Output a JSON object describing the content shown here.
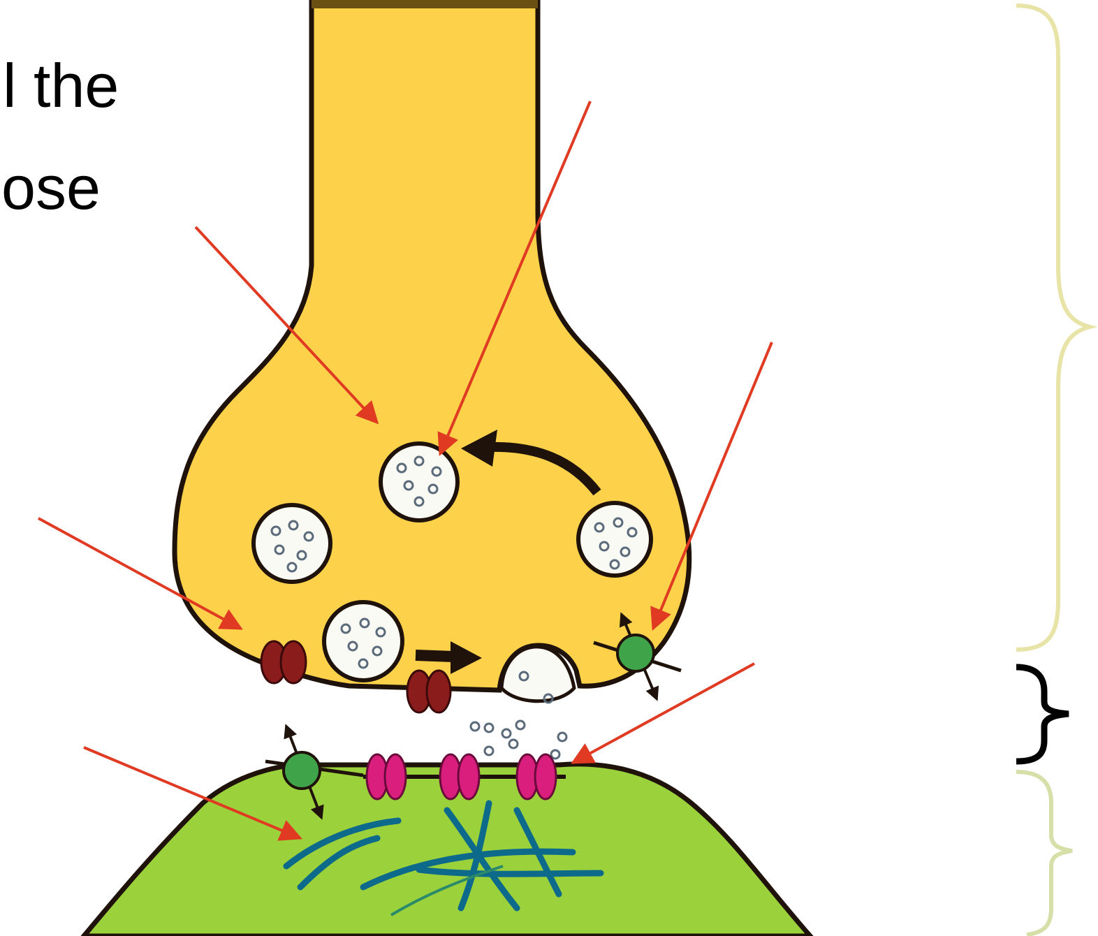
{
  "slide": {
    "text_lines": [
      "l the",
      "ose"
    ]
  },
  "colors": {
    "presynaptic_fill": "#FDD24A",
    "postsynaptic_fill": "#9BD13B",
    "outline": "#1E120A",
    "pointer_arrow": "#E03A22",
    "vesicle_fill": "#FAFAF5",
    "channel_dark_red": "#8A1C1C",
    "receptor_magenta": "#D91E7E",
    "transporter_green": "#3FA34A",
    "cytoskeleton_teal": "#0E6A8A",
    "brace_yellow": "#E8E3A6",
    "brace_black": "#000000",
    "brace_green": "#D6DFA8"
  },
  "icons": {
    "vesicle": "circle-with-dots",
    "ion_channel": "double-oval",
    "receptor": "double-oval",
    "transporter": "circle-with-arrows",
    "brace": "curly-brace"
  }
}
